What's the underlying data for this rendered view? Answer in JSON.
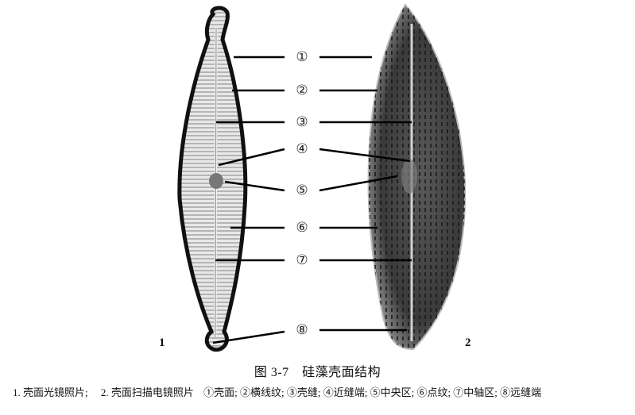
{
  "figure": {
    "number": "图 3-7",
    "title": "硅藻壳面结构",
    "panels": [
      {
        "id": "1",
        "label": "1",
        "description": "壳面光镜照片"
      },
      {
        "id": "2",
        "label": "2",
        "description": "壳面扫描电镜照片"
      }
    ],
    "markers": [
      {
        "symbol": "①",
        "name": "壳面"
      },
      {
        "symbol": "②",
        "name": "横线纹"
      },
      {
        "symbol": "③",
        "name": "壳缝"
      },
      {
        "symbol": "④",
        "name": "近缝端"
      },
      {
        "symbol": "⑤",
        "name": "中央区"
      },
      {
        "symbol": "⑥",
        "name": "点纹"
      },
      {
        "symbol": "⑦",
        "name": "中轴区"
      },
      {
        "symbol": "⑧",
        "name": "远缝端"
      }
    ]
  },
  "caption": {
    "panel1": "1. 壳面光镜照片;",
    "panel2": "2. 壳面扫描电镜照片",
    "legend": "①壳面; ②横线纹; ③壳缝; ④近缝端; ⑤中央区; ⑥点纹; ⑦中轴区; ⑧远缝端"
  }
}
